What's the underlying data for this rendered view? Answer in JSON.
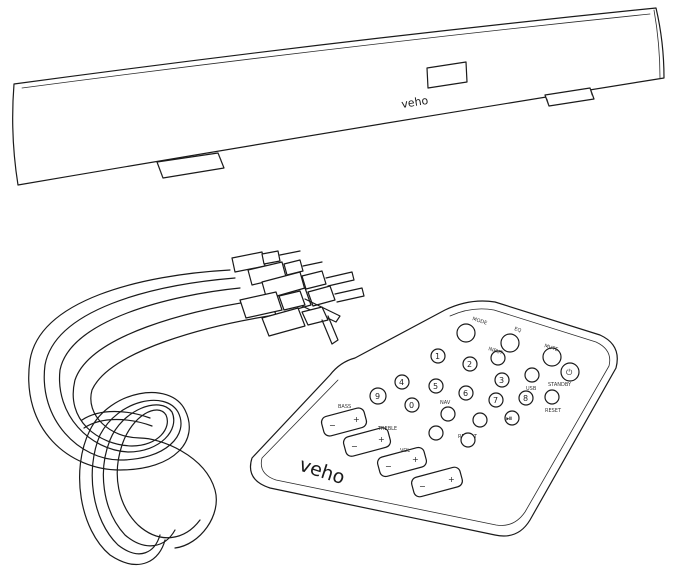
{
  "soundbar": {
    "logo_text": "veho"
  },
  "remote": {
    "logo_text": "veho",
    "buttons": {
      "mode": "MODE",
      "eq": "EQ",
      "input": "INPUT",
      "mute": "MUTE",
      "standby": "STANDBY",
      "usb": "USB",
      "reset": "RESET",
      "nav": "NAV",
      "repeat": "REPEAT",
      "bass": "BASS",
      "treble": "TREBLE",
      "volume": "VOL",
      "plus": "+",
      "minus": "−"
    }
  }
}
